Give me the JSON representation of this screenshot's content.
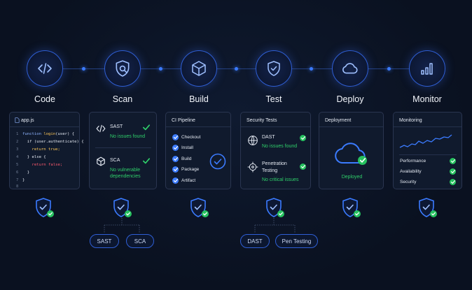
{
  "stages": [
    {
      "label": "Code",
      "icon": "code-icon"
    },
    {
      "label": "Scan",
      "icon": "scan-shield-icon"
    },
    {
      "label": "Build",
      "icon": "cube-icon"
    },
    {
      "label": "Test",
      "icon": "shield-check-icon"
    },
    {
      "label": "Deploy",
      "icon": "cloud-icon"
    },
    {
      "label": "Monitor",
      "icon": "bar-chart-icon"
    }
  ],
  "code_card": {
    "filename": "app.js",
    "lines": [
      {
        "n": "1",
        "text": "function login(user) {"
      },
      {
        "n": "2",
        "text": "  if (user.authenticate) {"
      },
      {
        "n": "3",
        "text": "    return true;"
      },
      {
        "n": "4",
        "text": "  } else {"
      },
      {
        "n": "5",
        "text": "    return false;"
      },
      {
        "n": "6",
        "text": "  }"
      },
      {
        "n": "7",
        "text": "}"
      },
      {
        "n": "8",
        "text": ""
      }
    ]
  },
  "scan_card": {
    "sast_label": "SAST",
    "sast_status": "No issues found",
    "sca_label": "SCA",
    "sca_status_1": "No vulnerable",
    "sca_status_2": "dependencies"
  },
  "build_card": {
    "title": "CI Pipeline",
    "steps": [
      "Checkout",
      "Install",
      "Build",
      "Package",
      "Artifact"
    ]
  },
  "test_card": {
    "title": "Security Tests",
    "dast_label": "DAST",
    "dast_status": "No issues found",
    "pen_label_1": "Penetration",
    "pen_label_2": "Testing",
    "pen_status": "No critical issues"
  },
  "deploy_card": {
    "title": "Deployment",
    "status": "Deployed"
  },
  "monitor_card": {
    "title": "Monitoring",
    "metrics": [
      "Performance",
      "Availability",
      "Security"
    ]
  },
  "pills": {
    "sast": "SAST",
    "sca": "SCA",
    "dast": "DAST",
    "pen": "Pen Testing"
  },
  "colors": {
    "accent": "#3b7bff",
    "success": "#26c25f",
    "background": "#0a1120"
  }
}
